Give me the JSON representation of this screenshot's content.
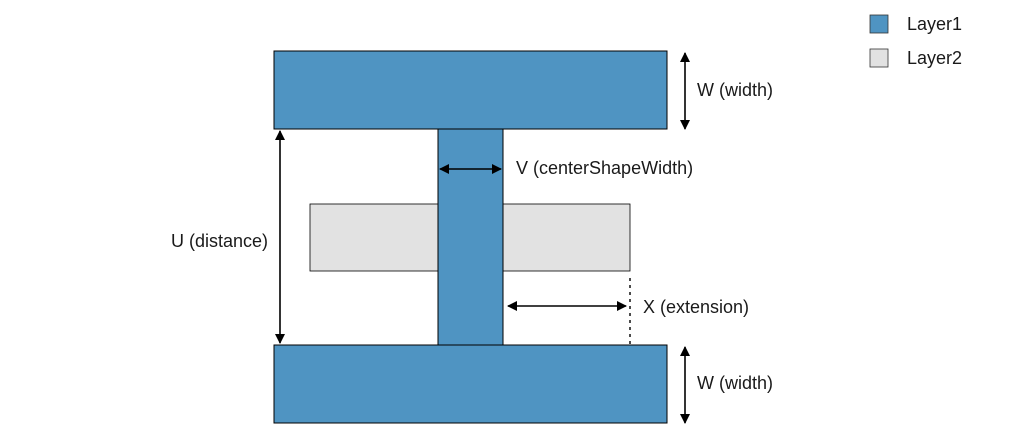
{
  "colors": {
    "layer1": "#4f94c2",
    "layer2": "#e2e2e2",
    "stroke": "#000000"
  },
  "legend": {
    "items": [
      {
        "label": "Layer1",
        "color": "#4f94c2"
      },
      {
        "label": "Layer2",
        "color": "#e2e2e2"
      }
    ]
  },
  "labels": {
    "width_top": "W (width)",
    "width_bottom": "W (width)",
    "center_width": "V (centerShapeWidth)",
    "distance": "U (distance)",
    "extension": "X (extension)"
  }
}
